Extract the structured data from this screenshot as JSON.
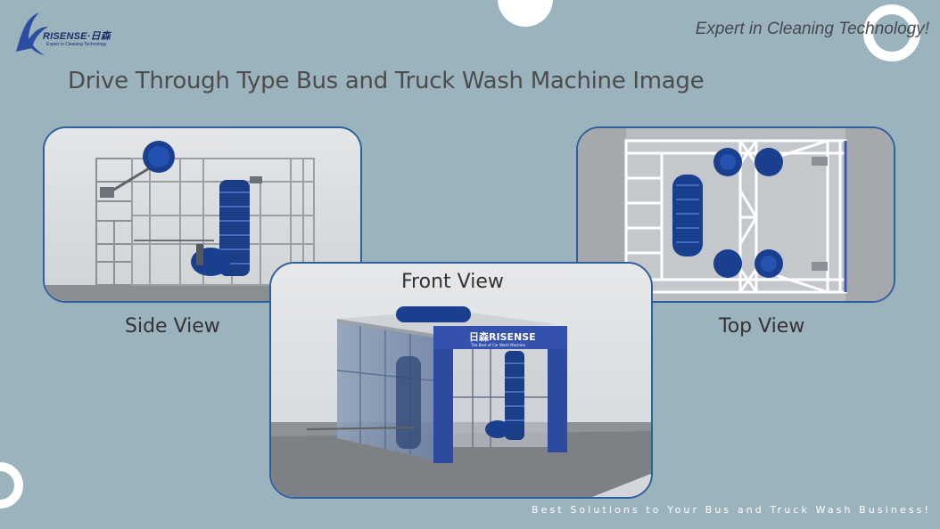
{
  "brand": {
    "name": "RISENSE·日森",
    "subtitle": "Expert in Cleaning Technology",
    "tagline": "Expert in Cleaning Technology!",
    "sign_text": "日森RISENSE",
    "sign_subtext": "The Best of Car Wash Machine"
  },
  "slide": {
    "title": "Drive Through Type Bus and Truck Wash Machine Image",
    "footer": "Best Solutions to Your Bus and Truck Wash Business!"
  },
  "views": {
    "side": "Side View",
    "front": "Front View",
    "top": "Top View"
  },
  "colors": {
    "background": "#9bb3bd",
    "frame_border": "#2f5f9c",
    "brand_blue": "#1f2a6b",
    "brush_blue": "#1a3f8f",
    "machine_blue": "#2e4aa0"
  }
}
